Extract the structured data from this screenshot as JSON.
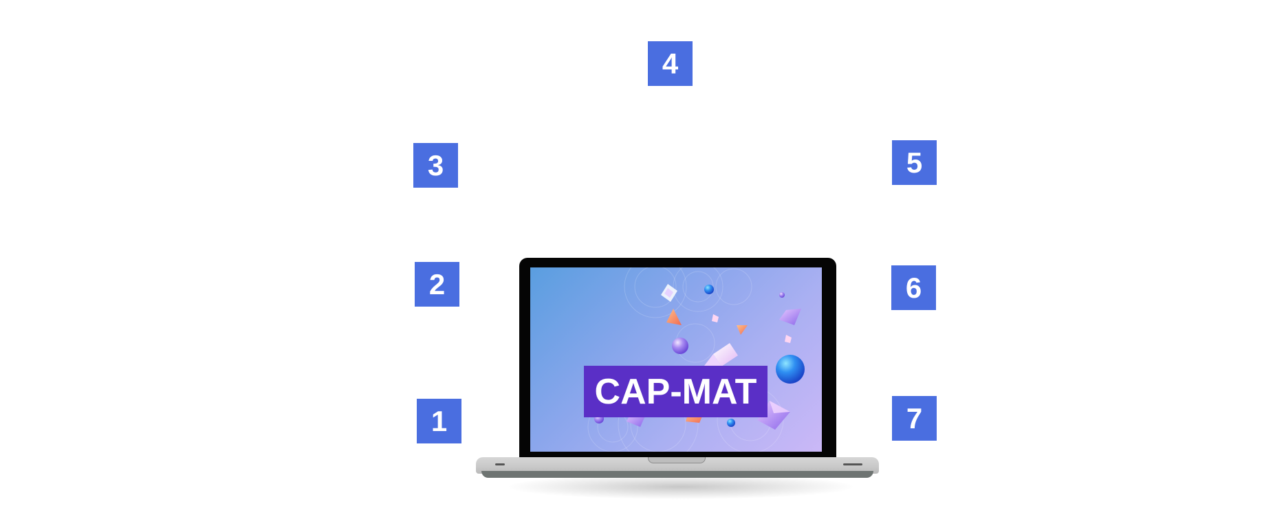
{
  "diagram": {
    "center_label": "CAP-MAT",
    "markers": [
      {
        "label": "1"
      },
      {
        "label": "2"
      },
      {
        "label": "3"
      },
      {
        "label": "4"
      },
      {
        "label": "5"
      },
      {
        "label": "6"
      },
      {
        "label": "7"
      }
    ]
  },
  "colors": {
    "marker_background": "#4a6ee0",
    "marker_text": "#ffffff",
    "banner_background": "#5a2fc6",
    "banner_text": "#ffffff",
    "laptop_bezel": "#050505",
    "laptop_base": "#c8c8c8"
  },
  "illustration": {
    "device": "laptop-icon",
    "screen_art": "abstract-3d-shapes-illustration"
  }
}
